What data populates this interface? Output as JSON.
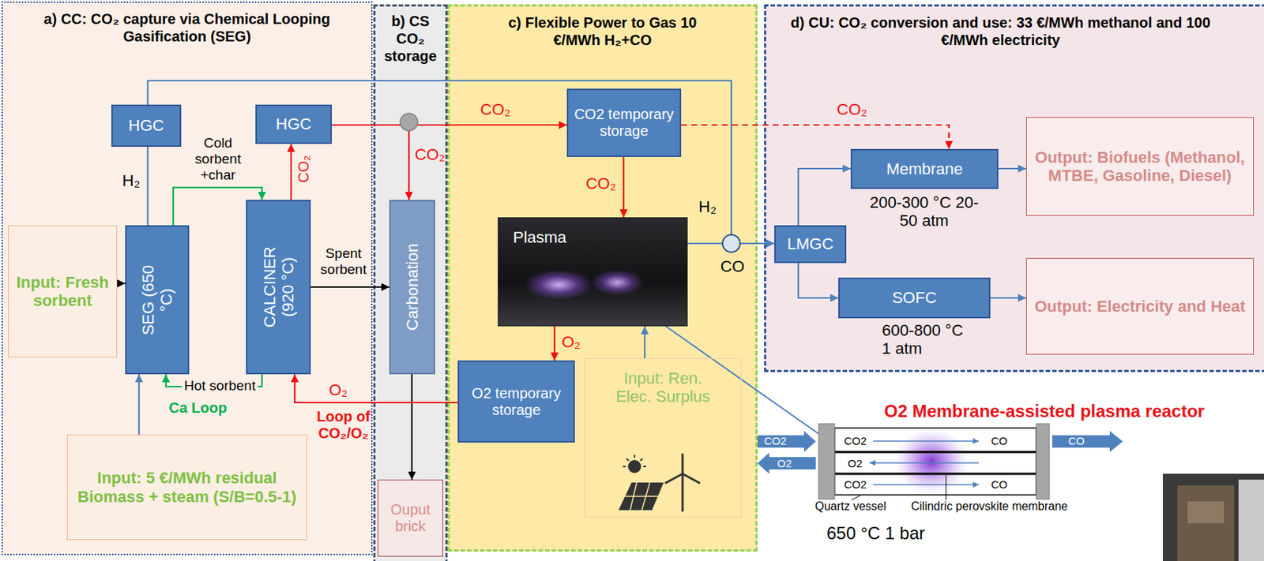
{
  "diagram": {
    "nodes": [
      {
        "text": [
          "a) CC: CO₂ capture via Chemical Looping Gasification (SEG)"
        ]
      },
      {
        "text": [
          "HGC"
        ],
        "in": 0
      },
      {
        "text": [
          "HGC"
        ],
        "in": 0
      },
      {
        "text": [
          "Input: Fresh sorbent"
        ],
        "in": 0
      },
      {
        "text": [
          "SEG (650 °C)"
        ],
        "in": 0
      },
      {
        "text": [
          "CALCINER (920 °C)"
        ],
        "in": 0
      },
      {
        "text": [
          "Input: 5 €/MWh residual Biomass + steam (S/B=0.5-1)"
        ],
        "in": 0
      },
      {
        "text": [
          "b) CS CO₂ storage"
        ]
      },
      {
        "text": [
          "Carbonation"
        ],
        "in": 7
      },
      {
        "text": [
          "Ouput brick"
        ],
        "in": 7
      },
      {
        "text": [
          "c) Flexible Power to Gas 10 €/MWh H₂+CO"
        ]
      },
      {
        "text": [
          "CO2 temporary storage"
        ],
        "in": 10
      },
      {
        "text": [
          "Plasma"
        ],
        "in": 10
      },
      {
        "text": [
          "O2 temporary storage"
        ],
        "in": 10
      },
      {
        "text": [
          "Input: Ren. Elec. Surplus"
        ],
        "in": 10
      },
      {
        "text": [
          "d) CU: CO₂ conversion and use: 33 €/MWh methanol and 100 €/MWh electricity"
        ]
      },
      {
        "text": [
          "Membrane"
        ],
        "in": 15
      },
      {
        "text": [
          "Output: Biofuels (Methanol, MTBE, Gasoline, Diesel)"
        ],
        "in": 15
      },
      {
        "text": [
          "LMGC"
        ],
        "in": 15
      },
      {
        "text": [
          "SOFC"
        ],
        "in": 15
      },
      {
        "text": [
          "Output: Electricity and Heat"
        ],
        "in": 15
      }
    ],
    "edges": [
      {
        "from": 3,
        "to": 4,
        "arrow": "to"
      },
      {
        "from": 6,
        "to": 4,
        "arrow": "to"
      },
      {
        "from": 4,
        "to": 1,
        "arrow": "none"
      },
      {
        "from": 1,
        "to": 18,
        "arrow": "to"
      },
      {
        "from": 4,
        "to": 5,
        "arrow": "to"
      },
      {
        "from": 5,
        "to": 4,
        "arrow": "to"
      },
      {
        "from": 5,
        "to": 2,
        "arrow": "to"
      },
      {
        "from": 2,
        "to": 11,
        "arrow": "to"
      },
      {
        "from": 2,
        "to": 8,
        "arrow": "to"
      },
      {
        "from": 5,
        "to": 8,
        "arrow": "to"
      },
      {
        "from": 8,
        "to": 9,
        "arrow": "to"
      },
      {
        "from": 11,
        "to": 12,
        "arrow": "to"
      },
      {
        "from": 11,
        "to": 16,
        "arrow": "to"
      },
      {
        "from": 12,
        "to": 13,
        "arrow": "to"
      },
      {
        "from": 13,
        "to": 5,
        "arrow": "to"
      },
      {
        "from": 14,
        "to": 12,
        "arrow": "to"
      },
      {
        "from": 12,
        "to": 18,
        "arrow": "to"
      },
      {
        "from": 18,
        "to": 16,
        "arrow": "to"
      },
      {
        "from": 18,
        "to": 19,
        "arrow": "to"
      },
      {
        "from": 16,
        "to": 17,
        "arrow": "to"
      },
      {
        "from": 19,
        "to": 20,
        "arrow": "to"
      }
    ],
    "labels": [
      "H₂",
      "Cold sorbent +char",
      "CO₂",
      "Spent sorbent",
      "Hot sorbent",
      "Ca Loop",
      "O₂",
      "Loop of CO₂/O₂",
      "CO₂",
      "CO₂",
      "CO₂",
      "H₂",
      "CO",
      "O₂",
      "CO₂",
      "200-300 °C 20-50 atm",
      "600-800 °C 1 atm",
      "O2 Membrane-assisted plasma reactor",
      "CO2",
      "O2",
      "CO2",
      "CO",
      "O2",
      "CO2",
      "CO",
      "CO",
      "Quartz vessel",
      "Cilindric perovskite membrane",
      "650 °C 1 bar"
    ]
  }
}
